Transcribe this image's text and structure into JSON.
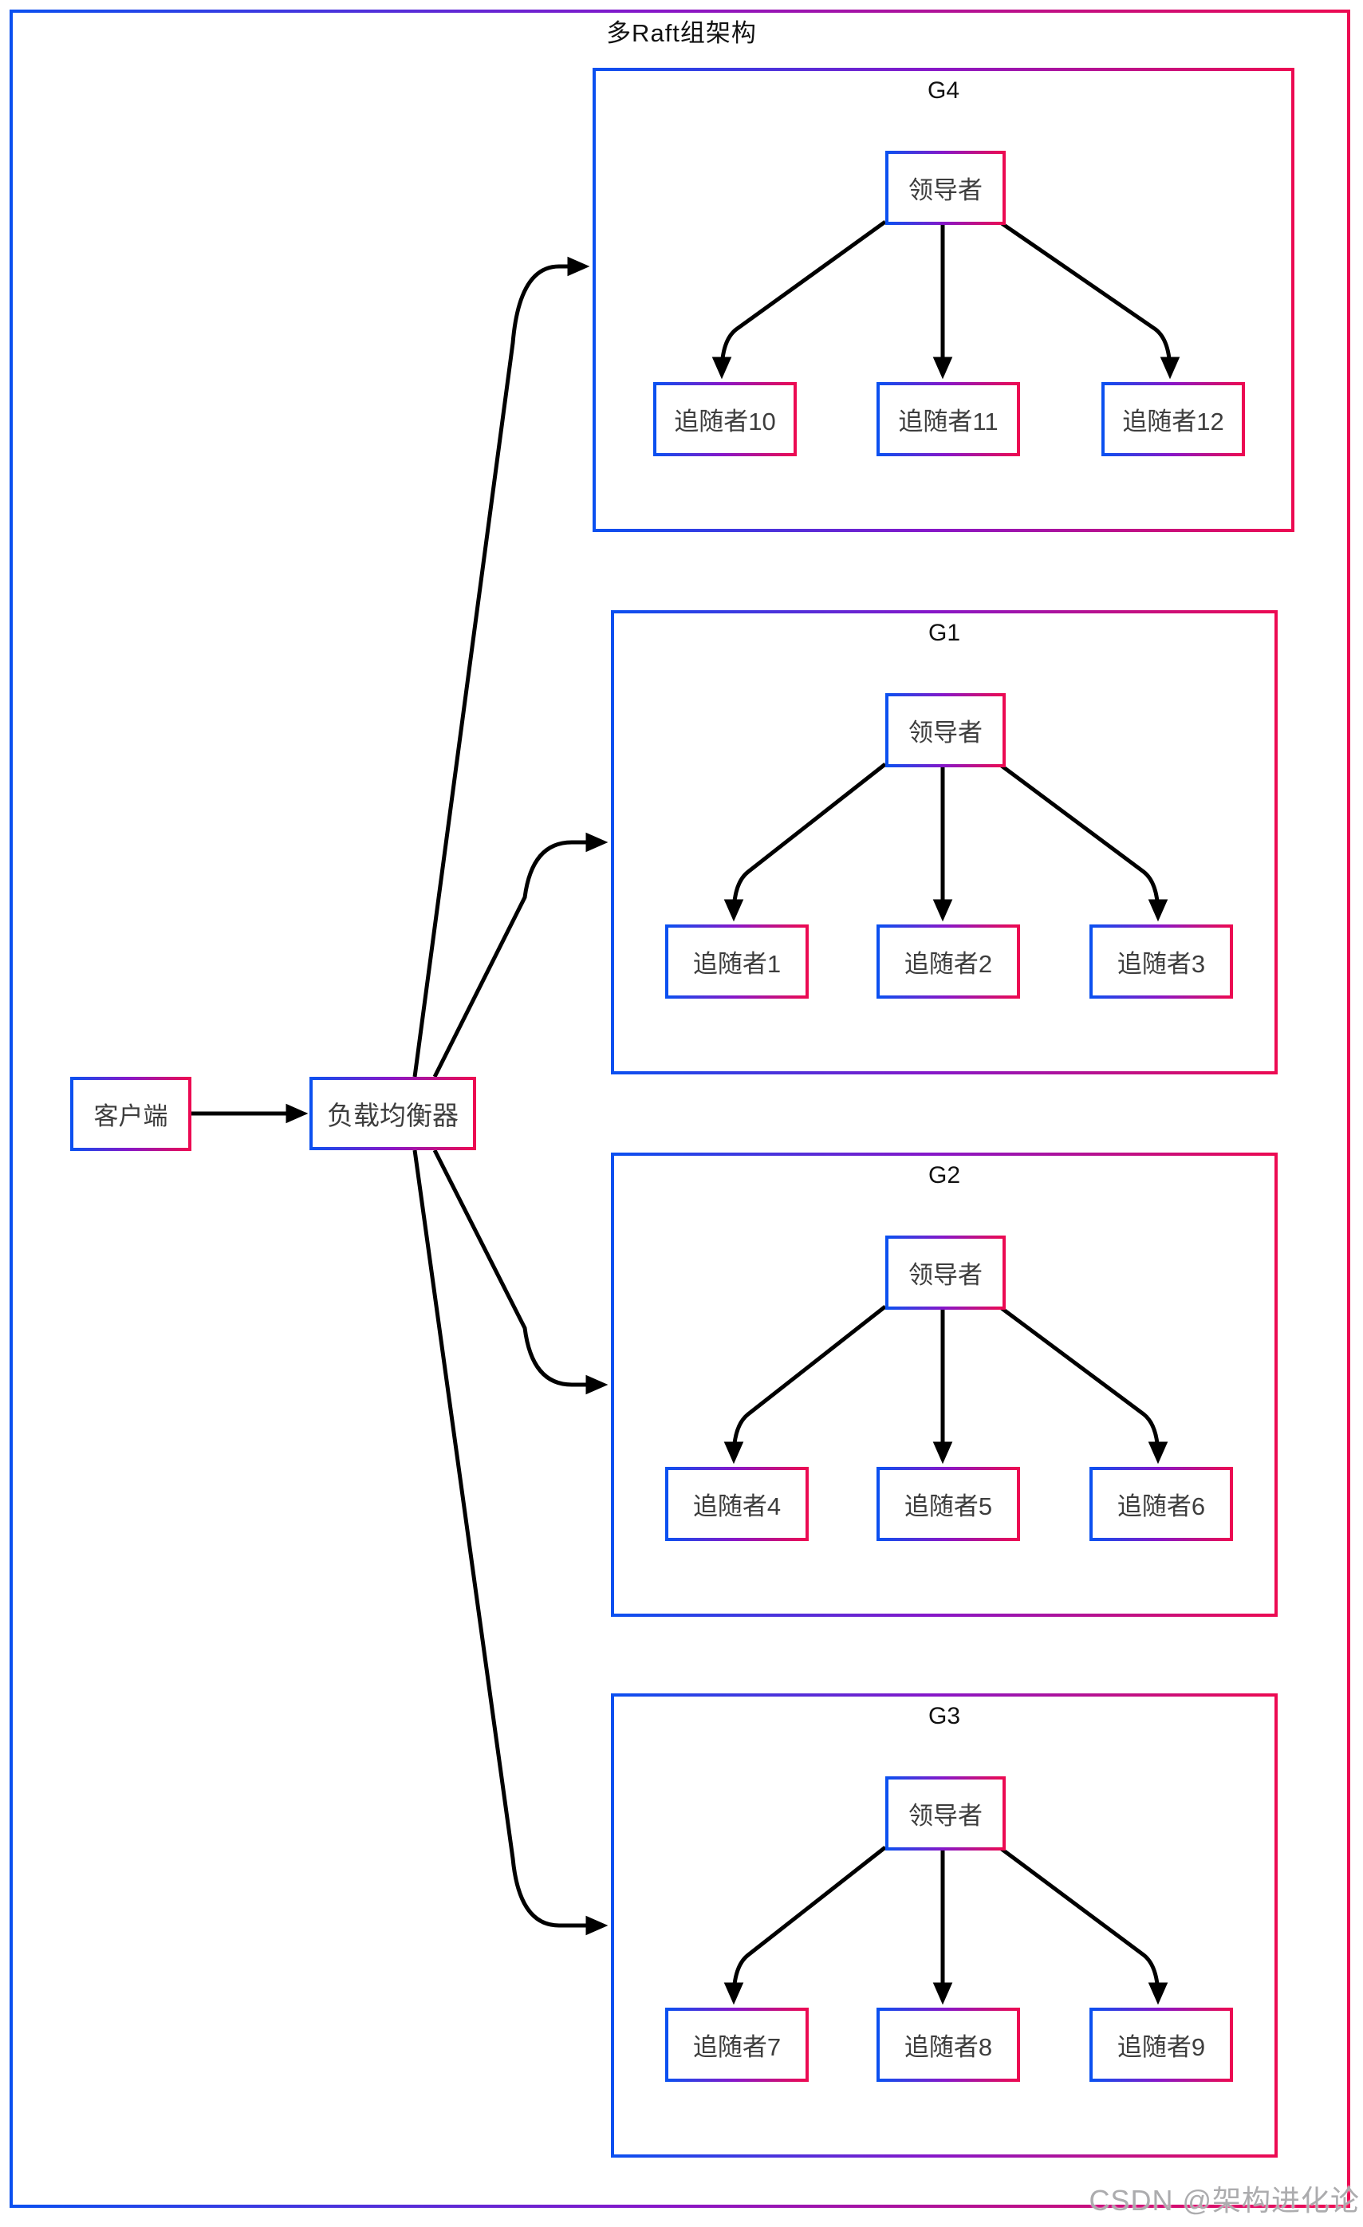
{
  "title": "多Raft组架构",
  "client": {
    "label": "客户端"
  },
  "load_balancer": {
    "label": "负载均衡器"
  },
  "groups": [
    {
      "id": "G4",
      "leader": "领导者",
      "followers": [
        "追随者10",
        "追随者11",
        "追随者12"
      ]
    },
    {
      "id": "G1",
      "leader": "领导者",
      "followers": [
        "追随者1",
        "追随者2",
        "追随者3"
      ]
    },
    {
      "id": "G2",
      "leader": "领导者",
      "followers": [
        "追随者4",
        "追随者5",
        "追随者6"
      ]
    },
    {
      "id": "G3",
      "leader": "领导者",
      "followers": [
        "追随者7",
        "追随者8",
        "追随者9"
      ]
    }
  ],
  "watermark": "CSDN @架构进化论",
  "colors": {
    "gradient_start": "#0b50f0",
    "gradient_mid": "#8617c9",
    "gradient_end": "#ec0a52",
    "line_color": "#000000"
  }
}
